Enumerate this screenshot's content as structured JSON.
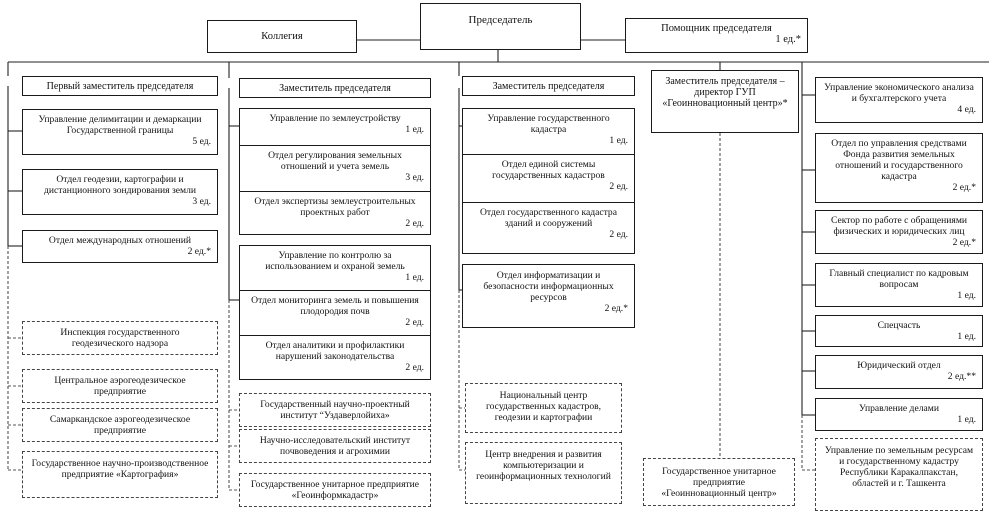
{
  "top": {
    "chairman": "Председатель",
    "collegium": "Коллегия",
    "assistant": "Помощник председателя",
    "assistant_qty": "1 ед.*"
  },
  "col1": {
    "head": "Первый заместитель председателя",
    "units": [
      {
        "name": "Управление делимитации и демаркации Государственной границы",
        "qty": "5 ед."
      },
      {
        "name": "Отдел геодезии, картографии и дистанционного зондирования земли",
        "qty": "3 ед."
      },
      {
        "name": "Отдел международных отношений",
        "qty": "2 ед.*"
      }
    ],
    "orgs": [
      "Инспекция государственного геодезического надзора",
      "Центральное аэрогеодезическое предприятие",
      "Самаркандское аэрогеодезическое предприятие",
      "Государственное научно-производственное предприятие «Картография»"
    ]
  },
  "col2": {
    "head": "Заместитель председателя",
    "group1": [
      {
        "name": "Управление по землеустройству",
        "qty": "1 ед."
      },
      {
        "name": "Отдел регулирования земельных отношений и учета земель",
        "qty": "3 ед."
      },
      {
        "name": "Отдел экспертизы землеустроительных проектных работ",
        "qty": "2 ед."
      }
    ],
    "group2": [
      {
        "name": "Управление по контролю за использованием и охраной земель",
        "qty": "1 ед."
      },
      {
        "name": "Отдел мониторинга земель и повышения плодородия почв",
        "qty": "2 ед."
      },
      {
        "name": "Отдел аналитики и профилактики нарушений законодательства",
        "qty": "2 ед."
      }
    ],
    "orgs": [
      "Государственный научно-проектный институт “Уздаверлойиха»",
      "Научно-исследовательский институт почвоведения и агрохимии",
      "Государственное унитарное предприятие «Геоинформкадастр»"
    ]
  },
  "col3": {
    "head": "Заместитель председателя",
    "group1": [
      {
        "name": "Управление государственного кадастра",
        "qty": "1 ед."
      },
      {
        "name": "Отдел единой системы государственных кадастров",
        "qty": "2 ед."
      },
      {
        "name": "Отдел государственного кадастра зданий и сооружений",
        "qty": "2 ед."
      }
    ],
    "unit2": {
      "name": "Отдел информатизации и безопасности информационных ресурсов",
      "qty": "2 ед.*"
    },
    "orgs": [
      "Национальный центр государственных кадастров, геодезии и картографии",
      "Центр внедрения и развития компьютеризации и геоинформационных технологий"
    ]
  },
  "col4": {
    "head": "Заместитель председателя – директор ГУП «Геоинновационный центр»*",
    "org": "Государственное унитарное предприятие «Геоинновационный центр»"
  },
  "col5": {
    "units": [
      {
        "name": "Управление экономического анализа и бухгалтерского учета",
        "qty": "4 ед."
      },
      {
        "name": "Отдел по управления средствами Фонда развития земельных отношений и государственного кадастра",
        "qty": "2 ед.*"
      },
      {
        "name": "Сектор по работе с обращениями физических и юридических лиц",
        "qty": "2 ед.*"
      },
      {
        "name": "Главный специалист по кадровым вопросам",
        "qty": "1 ед."
      },
      {
        "name": "Спецчасть",
        "qty": "1 ед."
      },
      {
        "name": "Юридический отдел",
        "qty": "2 ед.**"
      },
      {
        "name": "Управление делами",
        "qty": "1 ед."
      }
    ],
    "org": "Управление по земельным ресурсам и государственному кадастру Республики Каракалпакстан, областей и г. Ташкента"
  }
}
